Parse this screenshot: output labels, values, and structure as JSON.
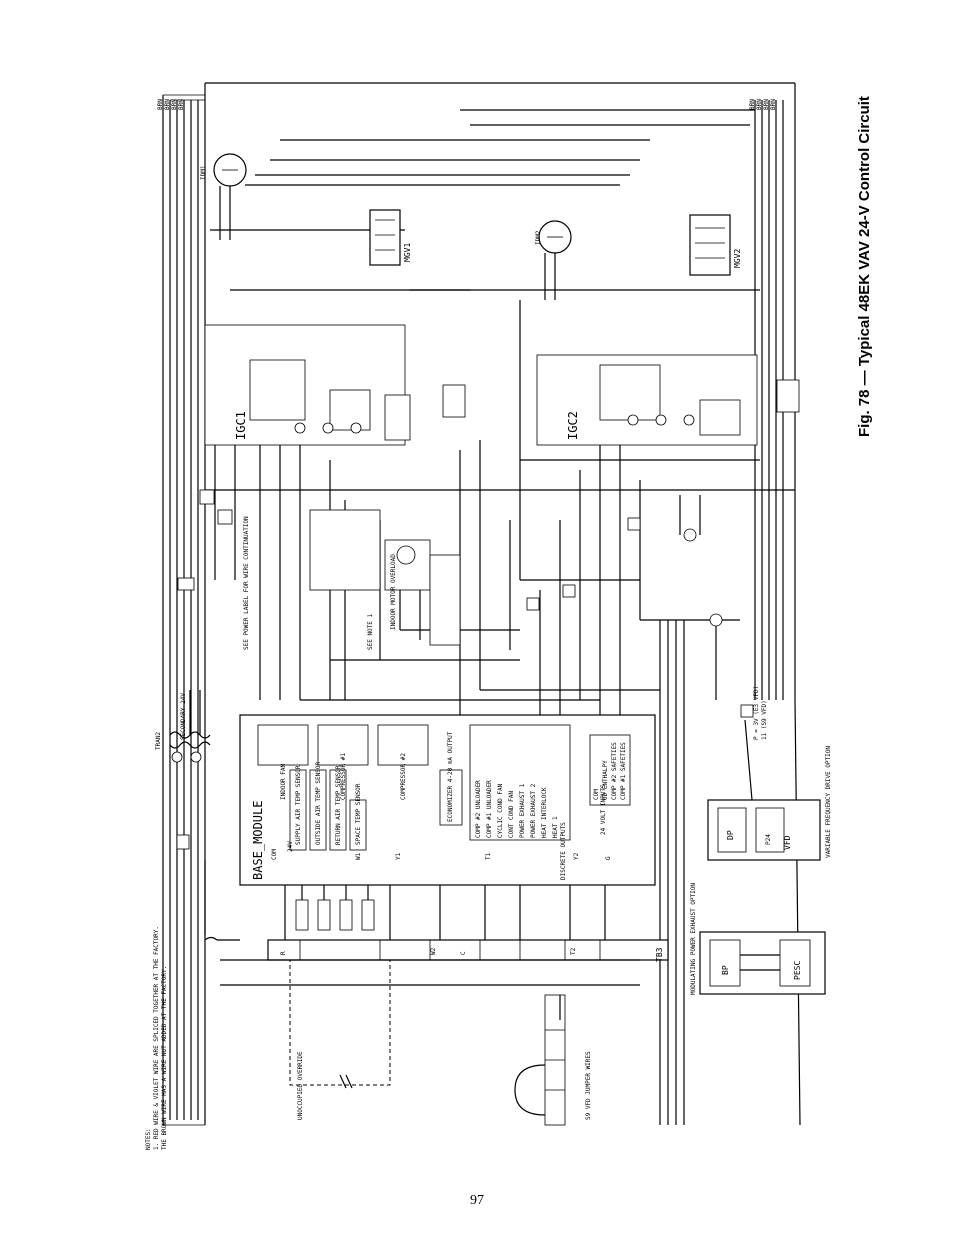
{
  "figure": {
    "caption": "Fig. 78 — Typical 48EK VAV 24-V Control Circuit",
    "page_number": "97"
  },
  "notes": {
    "heading": "NOTES:",
    "line1": "1. RED WIRE & VIOLET WIRE ARE SPLICED TOGETHER AT THE FACTORY.",
    "line2": "   THE BROWN WIRE HAS A WIRE NUT ADDED AT THE FACTORY."
  },
  "modules": {
    "base_module": "BASE_MODULE",
    "igc1": "IGC1",
    "igc2": "IGC2",
    "mgv1": "MGV1",
    "mgv2": "MGV2",
    "idm1": "IDM1",
    "idm2": "IDM2",
    "tb3": "TB3",
    "trans2": "TRAN2",
    "secondary": "SECONDARY 24V",
    "vfd": "VFD",
    "pesc": "PESC",
    "bp": "BP",
    "dp": "DP",
    "p24": "P24"
  },
  "base_inputs": [
    {
      "label": "SUPPLY AIR TEMP SENSOR"
    },
    {
      "label": "OUTSIDE AIR TEMP SENSOR"
    },
    {
      "label": "RETURN AIR TEMP SENSOR"
    },
    {
      "label": "SPACE TEMP SENSOR"
    }
  ],
  "base_outputs": [
    {
      "label": "INDOOR FAN"
    },
    {
      "label": "COMPRESSOR #1"
    },
    {
      "label": "COMPRESSOR #2"
    }
  ],
  "discrete_outputs": {
    "title": "DISCRETE OUTPUTS",
    "items": [
      "COMP #2 UNLOADER",
      "COMP #1 UNLOADER",
      "CYCLIC COND FAN",
      "CONT COND FAN",
      "POWER EXHAUST 1",
      "POWER EXHAUST 2",
      "HEAT INTERLOCK",
      "HEAT 1"
    ]
  },
  "inputs_24v": {
    "title": "24 VOLT INPUTS",
    "items": [
      "COM",
      "OD ENTHALPY",
      "COMP #2 SAFETIES",
      "COMP #1 SAFETIES"
    ]
  },
  "economizer": {
    "label": "ECONOMIZER 4-20 mA OUTPUT"
  },
  "options": {
    "vfd_option": "VARIABLE FREQUENCY DRIVE OPTION",
    "power_exhaust_option": "MODULATING POWER EXHAUST OPTION",
    "s9_jumper": "S9 VFD JUMPER WIRES",
    "unoccupied_override": "UNOCCUPIED OVERRIDE",
    "indoor_motor": "INDOOR MOTOR OVERLOAD"
  },
  "terminals": {
    "com": "COM",
    "v24": "24V",
    "t1": "T1",
    "t2": "T2",
    "y1": "Y1",
    "y2": "Y2",
    "w1": "W1",
    "w2": "W2",
    "g": "G",
    "r": "R",
    "c": "C"
  },
  "vfd_note": {
    "line1": "P = 3V (E3 VFD)",
    "line2": "11 (S9 VFD)"
  },
  "power_label": "SEE POWER LABEL FOR WIRE CONTINUATION",
  "see_note": "SEE NOTE 1",
  "wire_tags_left": [
    "BRN",
    "BRN",
    "BRN",
    "BRN"
  ],
  "wire_tags_right": [
    "BRN",
    "BRN",
    "BRN",
    "BRN"
  ],
  "accent": {
    "ink": "#000000",
    "paper": "#ffffff"
  }
}
